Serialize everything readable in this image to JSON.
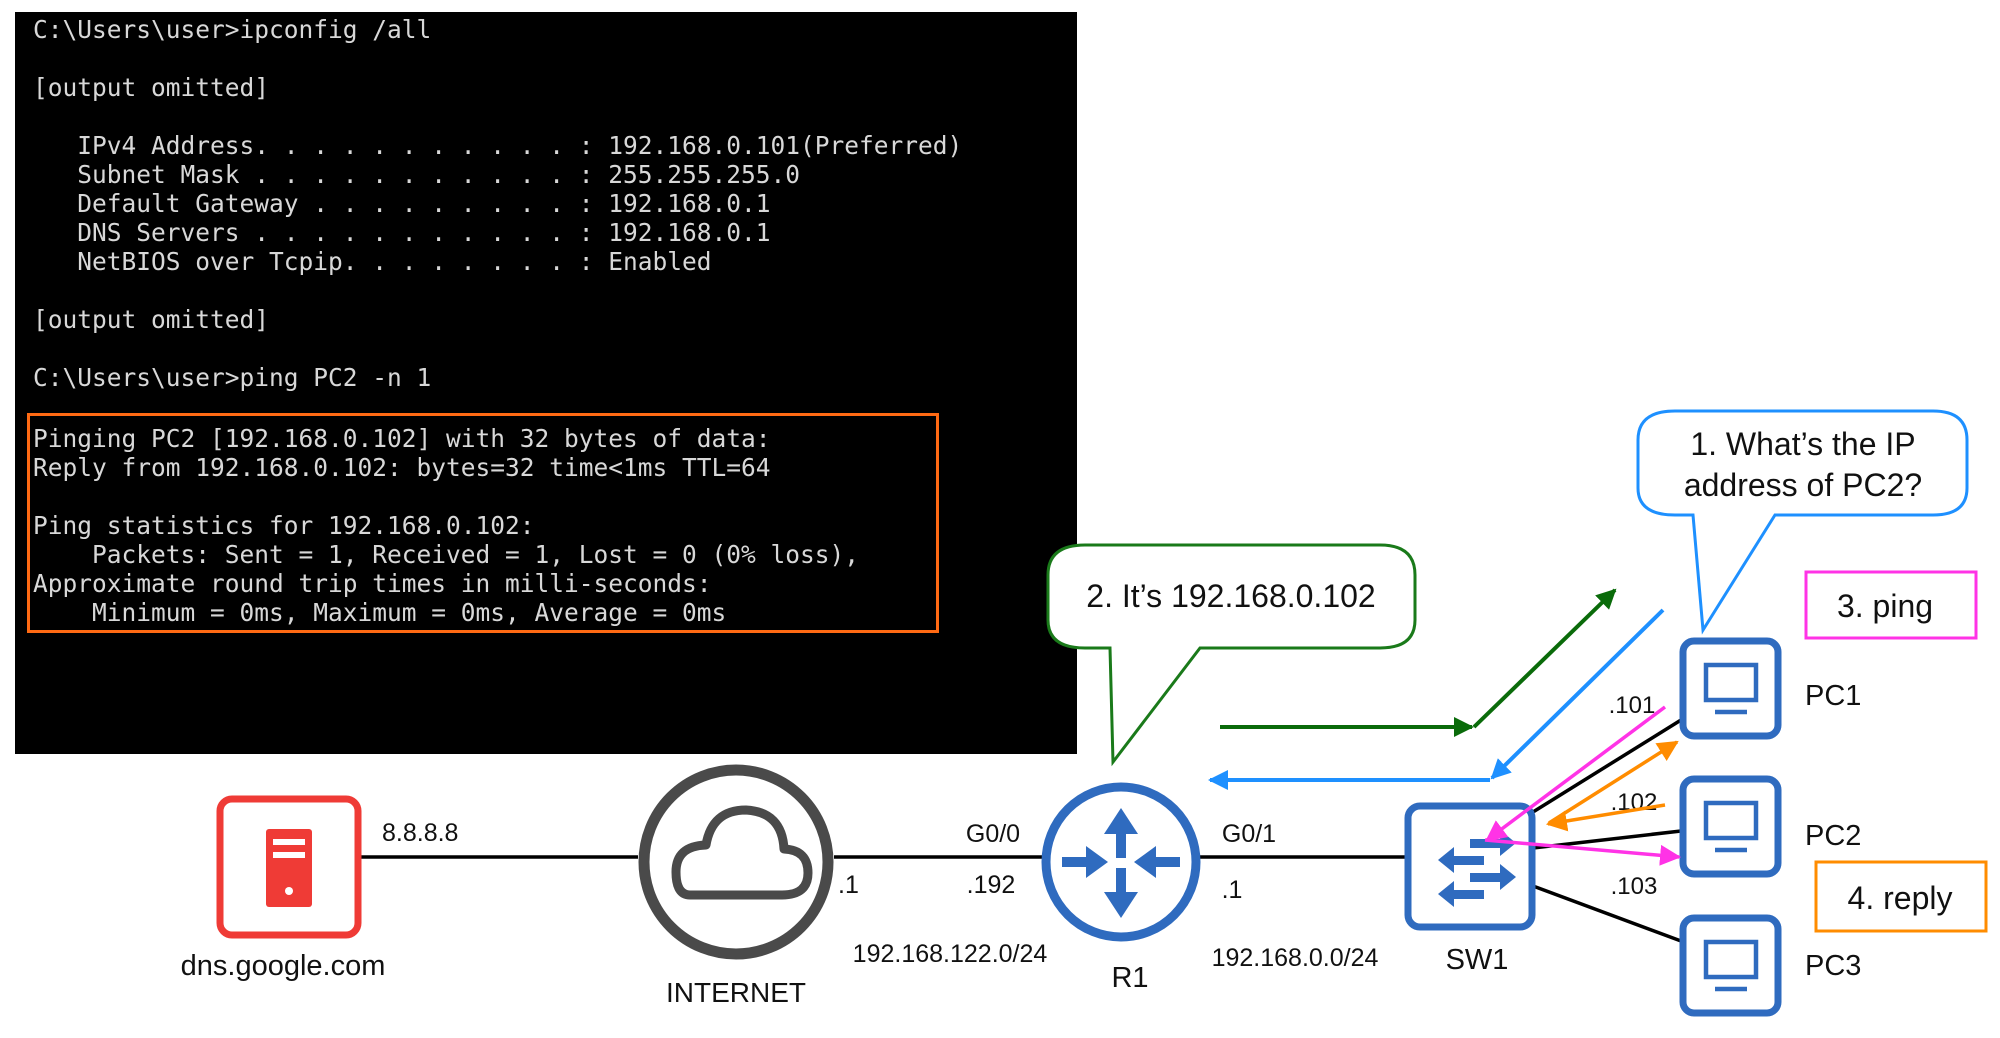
{
  "terminal": {
    "lines": [
      "C:\\Users\\user>ipconfig /all",
      "",
      "[output omitted]",
      "",
      "   IPv4 Address. . . . . . . . . . . : 192.168.0.101(Preferred)",
      "   Subnet Mask . . . . . . . . . . . : 255.255.255.0",
      "   Default Gateway . . . . . . . . . : 192.168.0.1",
      "   DNS Servers . . . . . . . . . . . : 192.168.0.1",
      "   NetBIOS over Tcpip. . . . . . . . : Enabled",
      "",
      "[output omitted]",
      "",
      "C:\\Users\\user>ping PC2 -n 1",
      "",
      "Pinging PC2 [192.168.0.102] with 32 bytes of data:",
      "Reply from 192.168.0.102: bytes=32 time<1ms TTL=64",
      "",
      "Ping statistics for 192.168.0.102:",
      "    Packets: Sent = 1, Received = 1, Lost = 0 (0% loss),",
      "Approximate round trip times in milli-seconds:",
      "    Minimum = 0ms, Maximum = 0ms, Average = 0ms"
    ],
    "highlight_color": "#ff6a13"
  },
  "diagram": {
    "server": {
      "label": "dns.google.com",
      "ip": "8.8.8.8",
      "icon": "server-icon",
      "color": "#ef3b36"
    },
    "internet": {
      "label": "INTERNET",
      "icon": "cloud-icon",
      "color": "#4a4a4a",
      "ip_r1_side": ".1"
    },
    "r1": {
      "label": "R1",
      "icon": "router-icon",
      "if_left": "G0/0",
      "ip_left": ".192",
      "if_right": "G0/1",
      "ip_right": ".1"
    },
    "net_wan": "192.168.122.0/24",
    "net_lan": "192.168.0.0/24",
    "sw1": {
      "label": "SW1",
      "icon": "switch-icon"
    },
    "pcs": [
      {
        "label": "PC1",
        "ip": ".101"
      },
      {
        "label": "PC2",
        "ip": ".102"
      },
      {
        "label": "PC3",
        "ip": ".103"
      }
    ],
    "device_color": "#2f6bbf",
    "callouts": {
      "q1": {
        "line1": "1. What’s the IP",
        "line2": "address of PC2?",
        "color": "#1e90ff"
      },
      "a2": {
        "text": "2. It’s 192.168.0.102",
        "color": "#1a7a1a"
      },
      "s3": {
        "text": "3. ping",
        "color": "#ff33e6"
      },
      "s4": {
        "text": "4. reply",
        "color": "#ff8c00"
      }
    },
    "arrow_colors": {
      "dns_query": "#1e90ff",
      "dns_reply": "#0a6b0a",
      "ping": "#ff33e6",
      "reply": "#ff8c00"
    }
  }
}
